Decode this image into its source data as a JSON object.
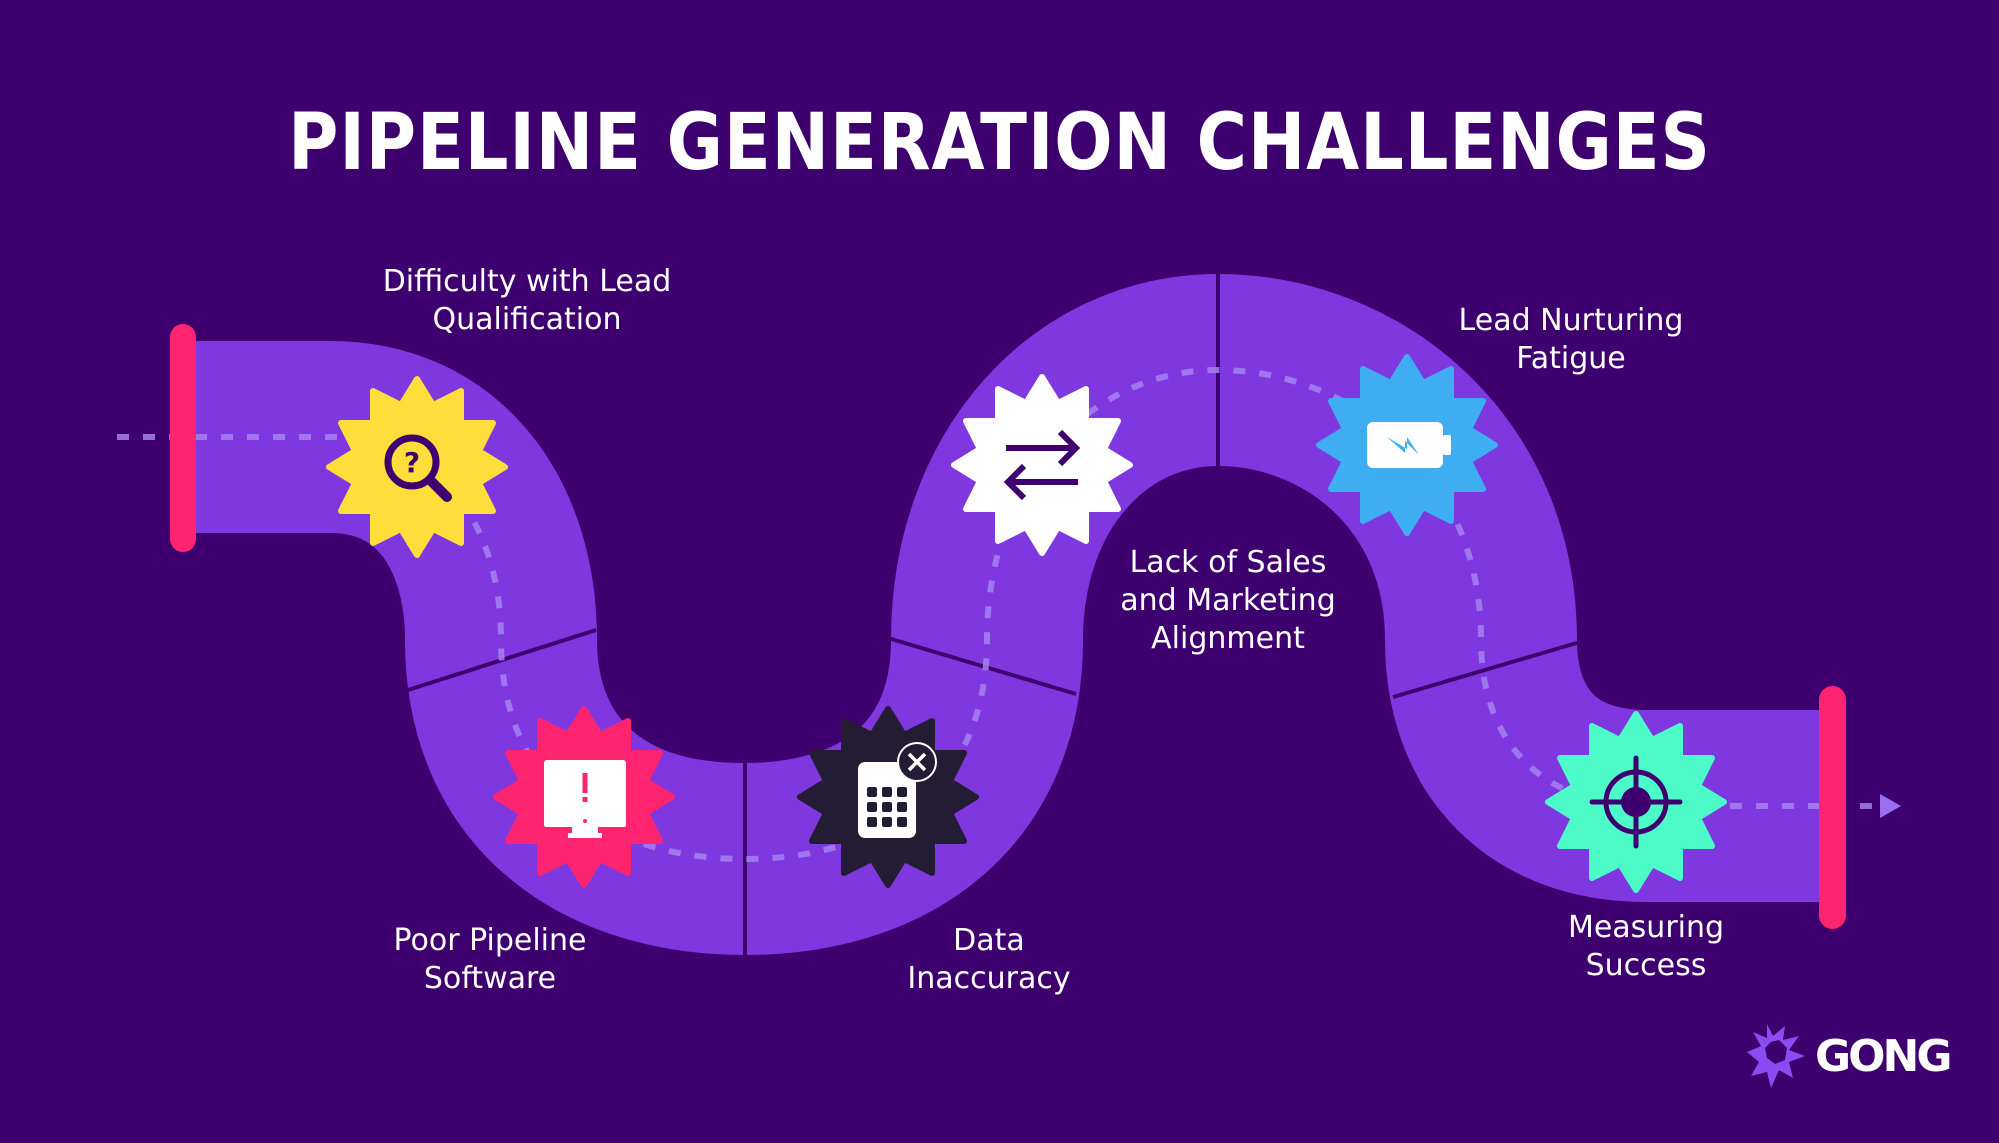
{
  "title": "PIPELINE GENERATION CHALLENGES",
  "colors": {
    "background": "#3d006e",
    "pipe": "#7f37e0",
    "cap": "#ff2470",
    "divider": "#3d006e",
    "dash": "#a382f0"
  },
  "challenges": [
    {
      "id": "lead-qualification",
      "lines": [
        "Difficulty with Lead",
        "Qualification"
      ],
      "icon": "magnifier-question-icon",
      "badge_color": "#ffde3c"
    },
    {
      "id": "pipeline-software",
      "lines": [
        "Poor Pipeline",
        "Software"
      ],
      "icon": "monitor-alert-icon",
      "badge_color": "#ff2470"
    },
    {
      "id": "data-inaccuracy",
      "lines": [
        "Data",
        "Inaccuracy"
      ],
      "icon": "spreadsheet-error-icon",
      "badge_color": "#241c35"
    },
    {
      "id": "alignment",
      "lines": [
        "Lack of Sales",
        "and Marketing",
        "Alignment"
      ],
      "icon": "swap-arrows-icon",
      "badge_color": "#ffffff"
    },
    {
      "id": "nurturing-fatigue",
      "lines": [
        "Lead Nurturing",
        "Fatigue"
      ],
      "icon": "low-battery-icon",
      "badge_color": "#3fadf2"
    },
    {
      "id": "measuring-success",
      "lines": [
        "Measuring",
        "Success"
      ],
      "icon": "target-icon",
      "badge_color": "#4cfbc7"
    }
  ],
  "logo": {
    "text": "GONG"
  }
}
